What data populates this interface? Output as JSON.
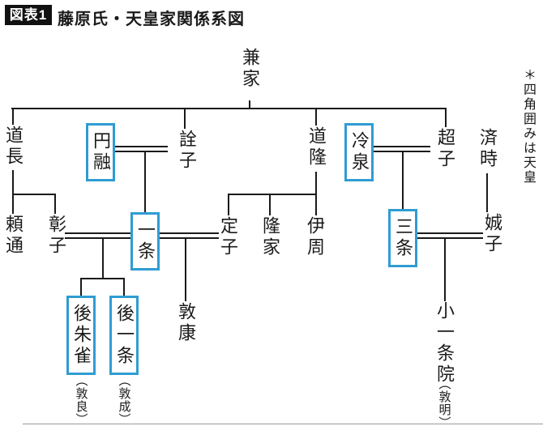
{
  "figure": {
    "badge": "図表1",
    "title": "藤原氏・天皇家関係系図"
  },
  "legend_note": "＊四角囲みは天皇",
  "colors": {
    "emperor_box_border": "#2f9cd2",
    "line": "#1a1a1a",
    "badge_bg": "#111111",
    "badge_text": "#ffffff"
  },
  "people": {
    "kaneie": {
      "name": "兼家",
      "emperor": false
    },
    "michinaga": {
      "name": "道長",
      "emperor": false
    },
    "enyu": {
      "name": "円融",
      "emperor": true
    },
    "senshi": {
      "name": "詮子",
      "emperor": false
    },
    "michitaka": {
      "name": "道隆",
      "emperor": false
    },
    "reizei": {
      "name": "冷泉",
      "emperor": true
    },
    "choshi": {
      "name": "超子",
      "emperor": false
    },
    "naritoki": {
      "name": "済時",
      "emperor": false
    },
    "yorimichi": {
      "name": "頼通",
      "emperor": false
    },
    "shoshi": {
      "name": "彰子",
      "emperor": false
    },
    "ichijo": {
      "name": "一条",
      "emperor": true
    },
    "teishi": {
      "name": "定子",
      "emperor": false
    },
    "takaie": {
      "name": "隆家",
      "emperor": false
    },
    "korechika": {
      "name": "伊周",
      "emperor": false
    },
    "sanjo": {
      "name": "三条",
      "emperor": true
    },
    "seishi": {
      "name": "娍子",
      "emperor": false
    },
    "gosuzaku": {
      "name": "後朱雀",
      "emperor": true,
      "birth_name": "（敦良）"
    },
    "goichijo": {
      "name": "後一条",
      "emperor": true,
      "birth_name": "（敦成）"
    },
    "atsuyasu": {
      "name": "敦康",
      "emperor": false
    },
    "koichijoin": {
      "name": "小一条院",
      "emperor": false,
      "birth_name": "（敦明）"
    }
  },
  "relationships": {
    "marriages": [
      "円融＝詮子",
      "冷泉＝超子",
      "彰子＝一条",
      "一条＝定子",
      "三条＝娍子"
    ],
    "parent_children": [
      {
        "parent": "兼家",
        "children": [
          "道長",
          "詮子",
          "道隆",
          "超子"
        ]
      },
      {
        "parent": "道長",
        "children": [
          "頼通",
          "彰子"
        ]
      },
      {
        "parent": "道隆",
        "children": [
          "定子",
          "隆家",
          "伊周"
        ]
      },
      {
        "parent": "円融・詮子",
        "children": [
          "一条"
        ]
      },
      {
        "parent": "冷泉・超子",
        "children": [
          "三条"
        ]
      },
      {
        "parent": "彰子・一条",
        "children": [
          "後朱雀",
          "後一条"
        ]
      },
      {
        "parent": "一条・定子",
        "children": [
          "敦康"
        ]
      },
      {
        "parent": "三条・娍子",
        "children": [
          "小一条院"
        ]
      },
      {
        "parent": "済時",
        "children": [
          "娍子"
        ]
      }
    ]
  }
}
